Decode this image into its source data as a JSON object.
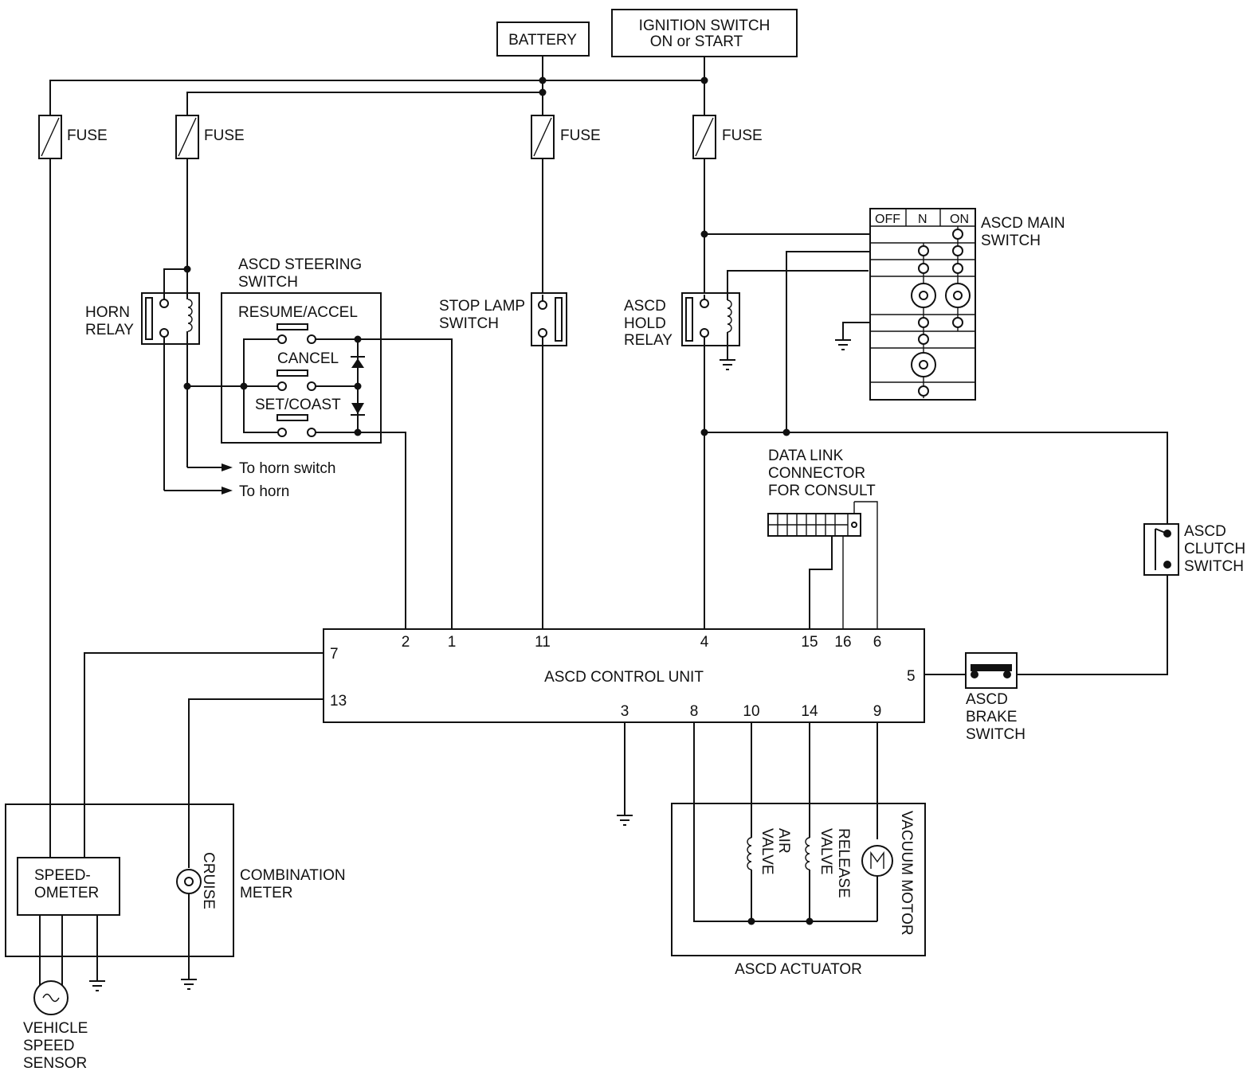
{
  "power": {
    "battery": "BATTERY",
    "ignition_line1": "IGNITION SWITCH",
    "ignition_line2": "ON or START"
  },
  "fuses": [
    "FUSE",
    "FUSE",
    "FUSE",
    "FUSE"
  ],
  "horn_relay": {
    "line1": "HORN",
    "line2": "RELAY"
  },
  "steering_switch": {
    "title_line1": "ASCD STEERING",
    "title_line2": "SWITCH",
    "resume": "RESUME/ACCEL",
    "cancel": "CANCEL",
    "set": "SET/COAST"
  },
  "horn_links": {
    "to_horn_switch": "To horn switch",
    "to_horn": "To horn"
  },
  "stop_lamp_switch": {
    "line1": "STOP LAMP",
    "line2": "SWITCH"
  },
  "hold_relay": {
    "line1": "ASCD",
    "line2": "HOLD",
    "line3": "RELAY"
  },
  "main_switch": {
    "title_line1": "ASCD MAIN",
    "title_line2": "SWITCH",
    "positions": [
      "OFF",
      "N",
      "ON"
    ]
  },
  "data_link": {
    "line1": "DATA LINK",
    "line2": "CONNECTOR",
    "line3": "FOR CONSULT"
  },
  "clutch_switch": {
    "line1": "ASCD",
    "line2": "CLUTCH",
    "line3": "SWITCH"
  },
  "brake_switch": {
    "line1": "ASCD",
    "line2": "BRAKE",
    "line3": "SWITCH"
  },
  "control_unit": {
    "label": "ASCD CONTROL UNIT",
    "pins": {
      "p1": "1",
      "p2": "2",
      "p3": "3",
      "p4": "4",
      "p5": "5",
      "p6": "6",
      "p7": "7",
      "p8": "8",
      "p9": "9",
      "p10": "10",
      "p11": "11",
      "p13": "13",
      "p14": "14",
      "p15": "15",
      "p16": "16"
    }
  },
  "combination_meter": {
    "line1": "COMBINATION",
    "line2": "METER",
    "speedo_line1": "SPEED-",
    "speedo_line2": "OMETER",
    "cruise": "CRUISE"
  },
  "vehicle_speed_sensor": {
    "line1": "VEHICLE",
    "line2": "SPEED",
    "line3": "SENSOR"
  },
  "actuator": {
    "label": "ASCD ACTUATOR",
    "air_valve": [
      "AIR",
      "VALVE"
    ],
    "release_valve": [
      "RELEASE",
      "VALVE"
    ],
    "vacuum_motor": "VACUUM MOTOR"
  }
}
